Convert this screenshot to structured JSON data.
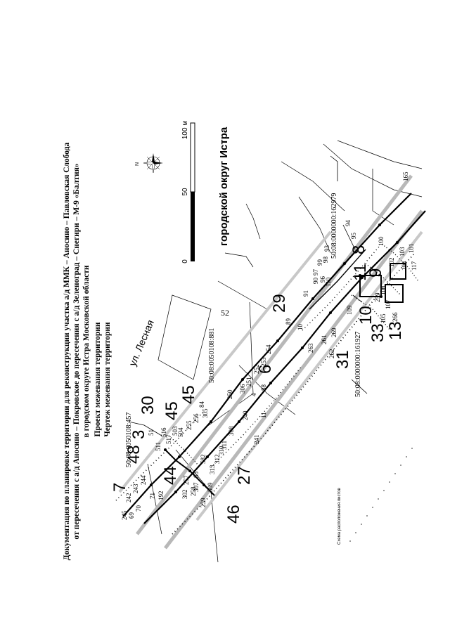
{
  "page": {
    "number": "52"
  },
  "title": {
    "line1": "Документация по планировке территории для реконструкции участка а/д ММК – Аносино – Павловская Слобода",
    "line2": "от пересечения с а/д Аносино – Покровское до пересечения с а/д Зеленоград – Снегири – М-9 «Балтия»",
    "line3": "в городском округе Истра Московской области",
    "line4": "Проект межевания территории",
    "line5": "Чертеж межевания территории"
  },
  "scale_bar": {
    "ticks": [
      "0",
      "50",
      "100 м"
    ]
  },
  "north_arrow": {
    "label": "N"
  },
  "map": {
    "district_label": "городской округ Истра",
    "street_label": "ул. Лесная",
    "cadastral_labels": [
      "50:08:0000000:162979",
      "50:08:0050108:881",
      "50:08:0050108:457",
      "50:08:0000000:161927"
    ],
    "parcel_labels": [
      "29",
      "6",
      "30",
      "45",
      "45",
      "48",
      "3",
      "7",
      "44",
      "27",
      "46",
      "31",
      "33",
      "10",
      "13",
      "11",
      "8",
      "9"
    ],
    "point_labels": [
      "165",
      "94",
      "95",
      "93",
      "98",
      "97",
      "99",
      "90",
      "96",
      "91",
      "110",
      "100",
      "101",
      "102",
      "103",
      "104",
      "117",
      "109",
      "108",
      "107",
      "105",
      "266",
      "259",
      "269",
      "262",
      "261",
      "263",
      "10",
      "89",
      "254",
      "253",
      "252",
      "251",
      "250",
      "306",
      "88",
      "4",
      "84",
      "305",
      "256",
      "255",
      "504",
      "503",
      "517",
      "516",
      "51",
      "511",
      "310",
      "309",
      "307",
      "308",
      "240",
      "241",
      "11",
      "582",
      "85",
      "311",
      "312",
      "313",
      "258",
      "239",
      "302",
      "257",
      "192",
      "71",
      "70",
      "69",
      "245",
      "244",
      "243",
      "242"
    ]
  },
  "legend": {
    "caption": "Схема расположения листов"
  }
}
